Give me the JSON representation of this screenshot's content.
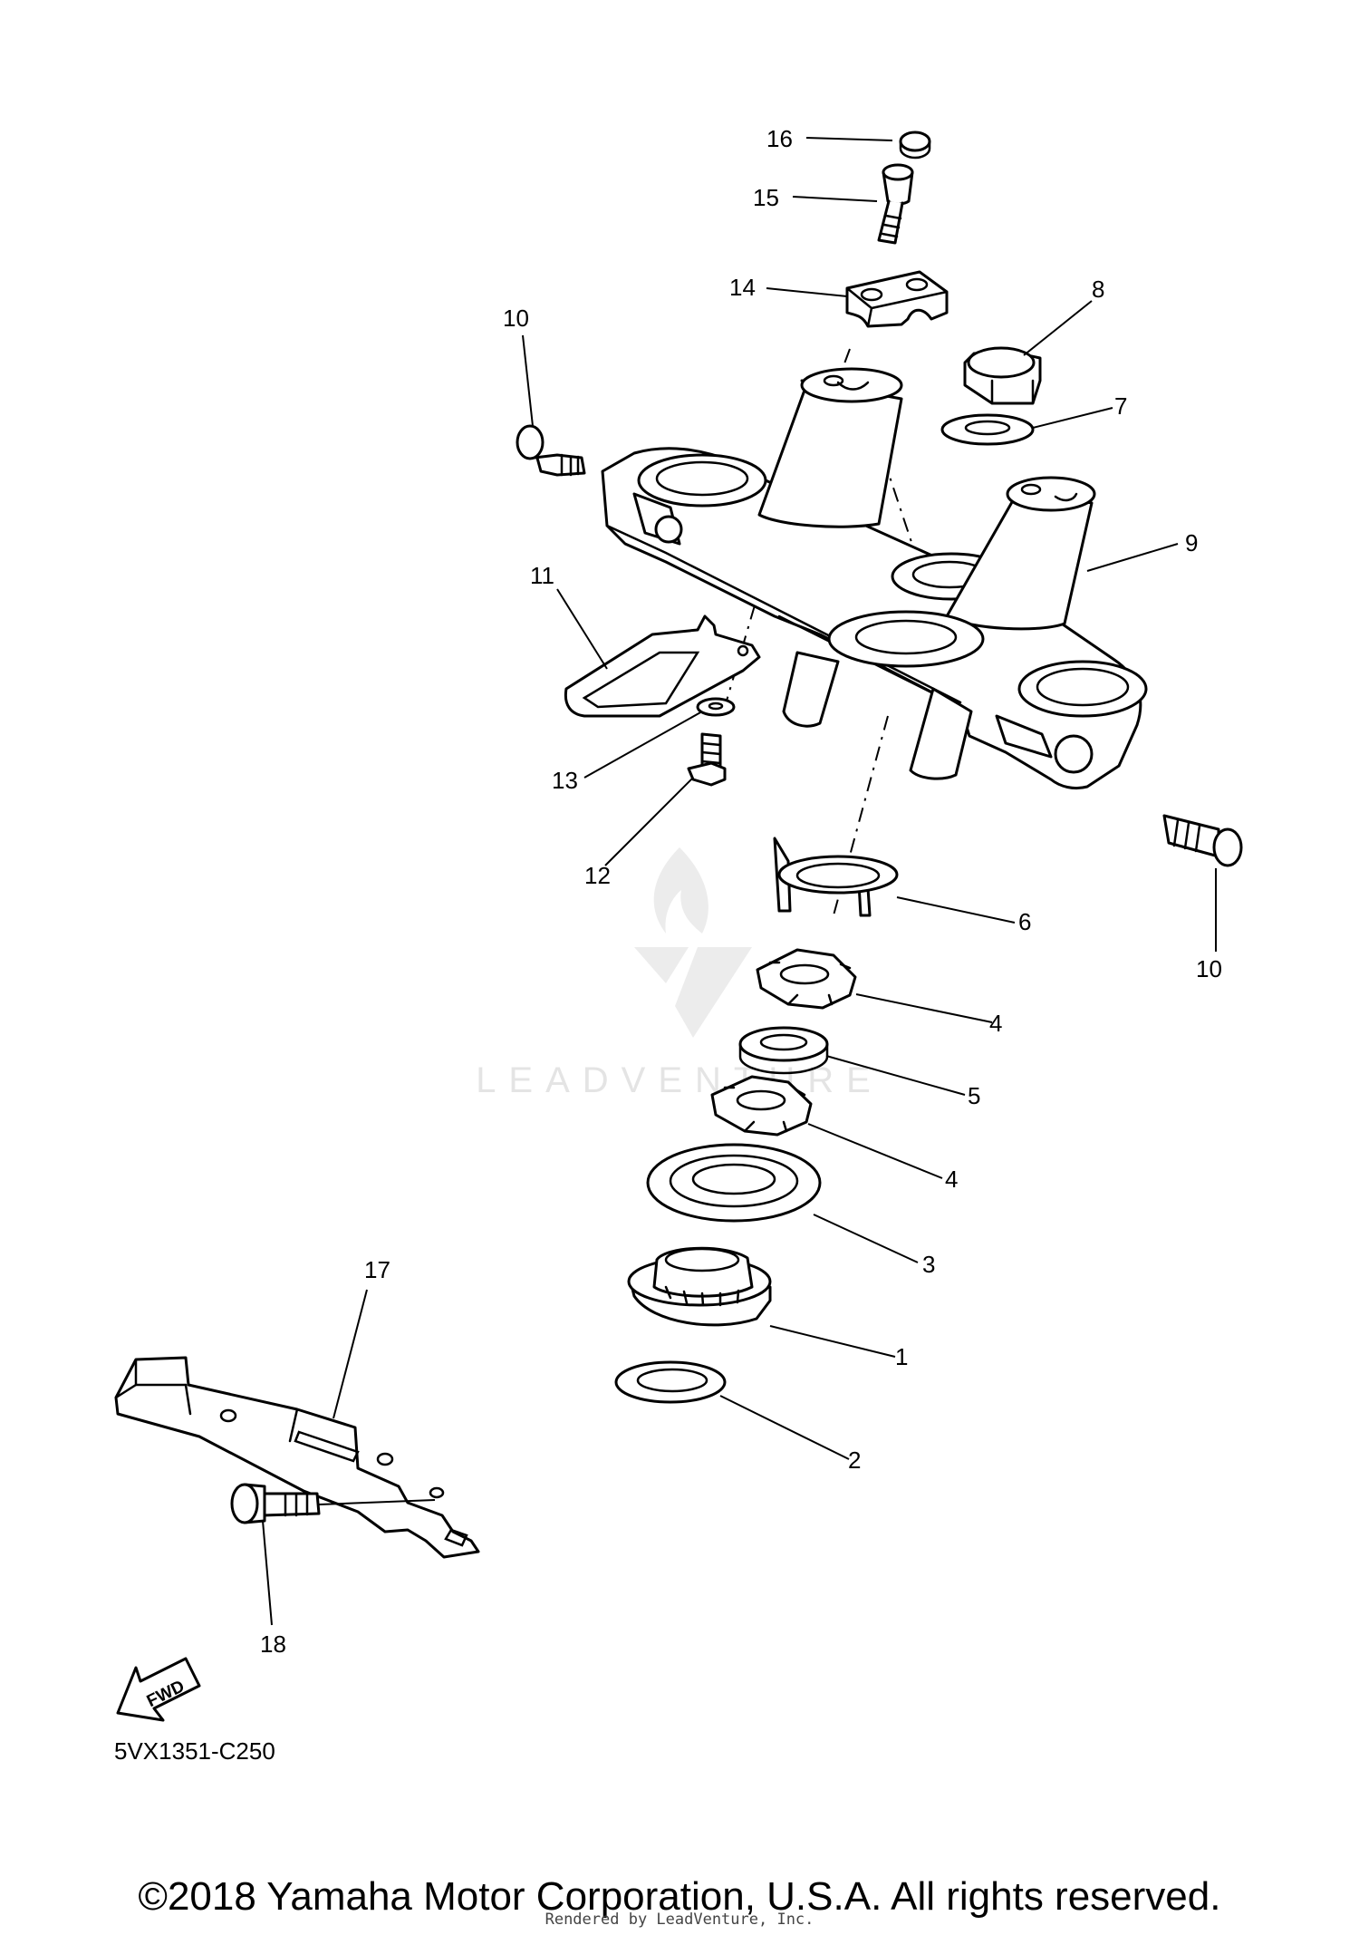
{
  "callouts": [
    {
      "id": "c16",
      "label": "16"
    },
    {
      "id": "c15",
      "label": "15"
    },
    {
      "id": "c14",
      "label": "14"
    },
    {
      "id": "c8",
      "label": "8"
    },
    {
      "id": "c10a",
      "label": "10"
    },
    {
      "id": "c7",
      "label": "7"
    },
    {
      "id": "c9",
      "label": "9"
    },
    {
      "id": "c11",
      "label": "11"
    },
    {
      "id": "c13",
      "label": "13"
    },
    {
      "id": "c12",
      "label": "12"
    },
    {
      "id": "c6",
      "label": "6"
    },
    {
      "id": "c10b",
      "label": "10"
    },
    {
      "id": "c4a",
      "label": "4"
    },
    {
      "id": "c5",
      "label": "5"
    },
    {
      "id": "c4b",
      "label": "4"
    },
    {
      "id": "c3",
      "label": "3"
    },
    {
      "id": "c17",
      "label": "17"
    },
    {
      "id": "c1",
      "label": "1"
    },
    {
      "id": "c2",
      "label": "2"
    },
    {
      "id": "c18",
      "label": "18"
    }
  ],
  "fwd_label": "FWD",
  "diagram_code": "5VX1351-C250",
  "watermark": "LEADVENTURE",
  "copyright": "©2018 Yamaha Motor Corporation, U.S.A. All rights reserved.",
  "rendered_by": "Rendered by LeadVenture, Inc."
}
